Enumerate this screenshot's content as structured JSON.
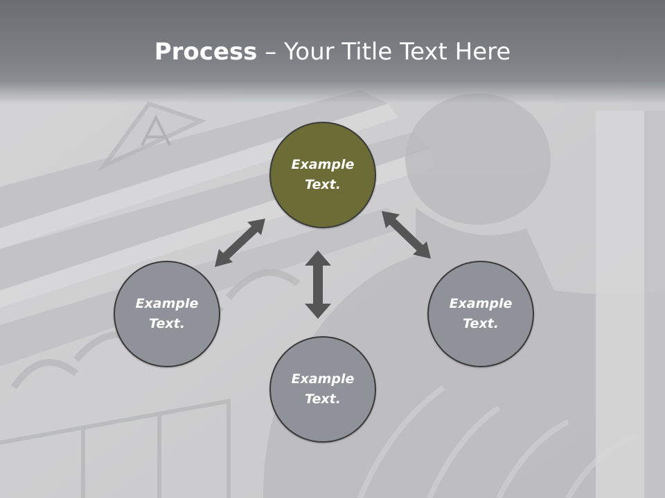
{
  "slide": {
    "title_bold": "Process",
    "title_rest": " – Your Title Text Here"
  },
  "colors": {
    "title_band": "#7c7f84",
    "node_accent": "#6c6c36",
    "node_default": "#8f9298",
    "arrow": "#555555"
  },
  "diagram": {
    "nodes": {
      "top": "Example\nText.",
      "left": "Example\nText.",
      "right": "Example\nText.",
      "bottom": "Example\nText."
    }
  }
}
